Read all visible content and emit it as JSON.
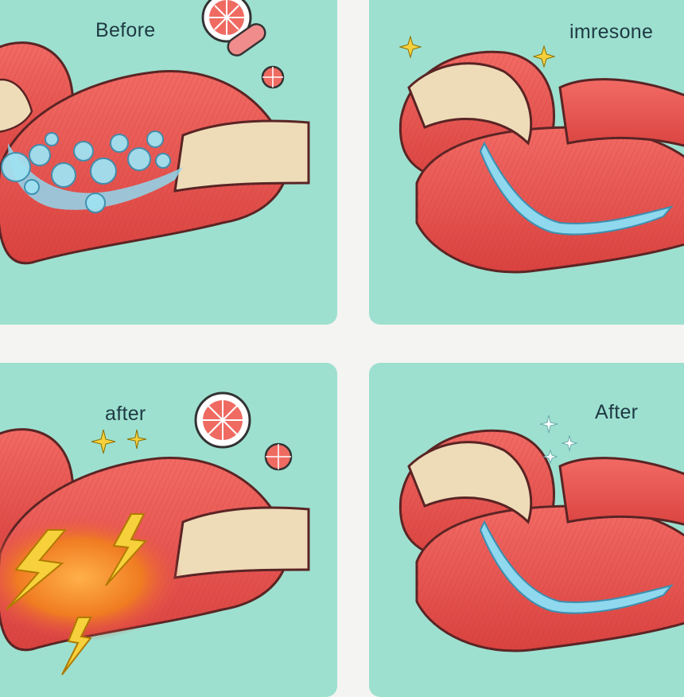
{
  "panels": [
    {
      "caption": "Before",
      "state": "fluid-bubbles"
    },
    {
      "caption": "imresone",
      "state": "healthy-tendon"
    },
    {
      "caption": "after",
      "state": "inflamed-lightning"
    },
    {
      "caption": "After",
      "state": "healthy-tendon"
    }
  ],
  "colors": {
    "panel_bg": "#9de0cf",
    "muscle": "#e8504e",
    "tendon": "#eedcb8",
    "fluid": "#8fd8ee",
    "inflammation": "#f08a24",
    "lightning": "#f6d13c"
  },
  "icons": [
    "muscle-icon",
    "bubbles-icon",
    "lightning-icon",
    "sparkle-icon",
    "citrus-slice-icon",
    "pill-icon"
  ]
}
